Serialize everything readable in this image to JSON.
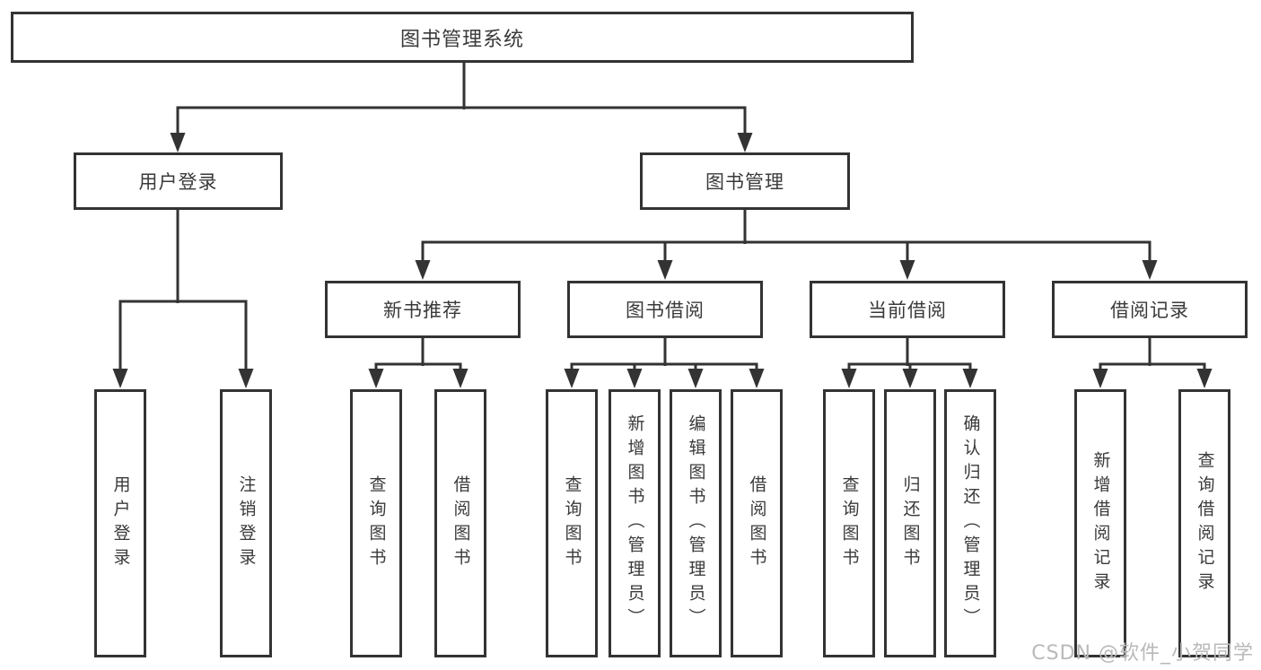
{
  "root_label": "图书管理系统",
  "level2": [
    {
      "label": "用户登录"
    },
    {
      "label": "图书管理"
    }
  ],
  "level3": [
    {
      "label": "新书推荐"
    },
    {
      "label": "图书借阅"
    },
    {
      "label": "当前借阅"
    },
    {
      "label": "借阅记录"
    }
  ],
  "leaves": [
    {
      "label": "用户登录"
    },
    {
      "label": "注销登录"
    },
    {
      "label": "查询图书"
    },
    {
      "label": "借阅图书"
    },
    {
      "label": "查询图书"
    },
    {
      "label": "新增图书（管理员）"
    },
    {
      "label": "编辑图书（管理员）"
    },
    {
      "label": "借阅图书"
    },
    {
      "label": "查询图书"
    },
    {
      "label": "归还图书"
    },
    {
      "label": "确认归还（管理员）"
    },
    {
      "label": "新增借阅记录"
    },
    {
      "label": "查询借阅记录"
    }
  ],
  "watermark": "CSDN @软件_小贺同学",
  "colors": {
    "line": "#333333",
    "text": "#3a3a3a",
    "watermark": "#b9b9b9",
    "background": "#ffffff"
  }
}
